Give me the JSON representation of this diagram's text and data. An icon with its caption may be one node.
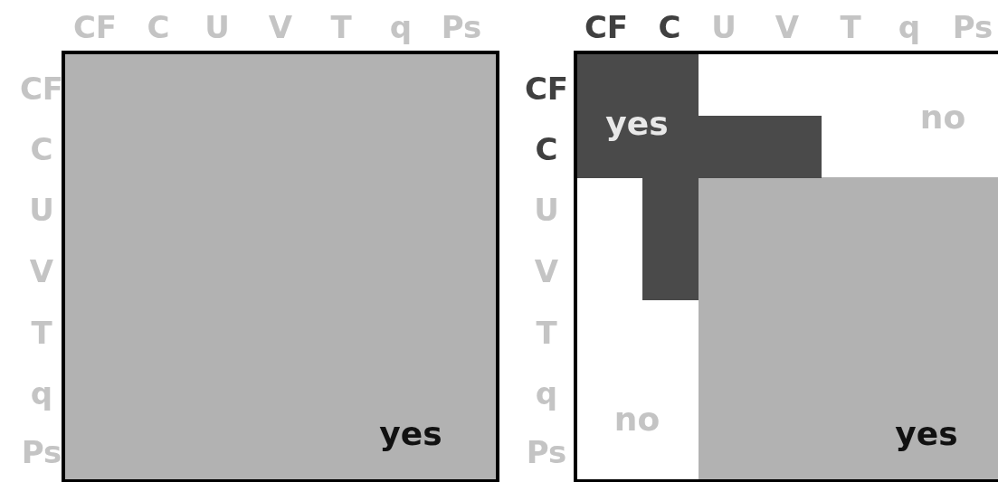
{
  "diagram": {
    "labels": [
      "CF",
      "C",
      "U",
      "V",
      "T",
      "q",
      "Ps",
      "CF",
      "C",
      "U",
      "V",
      "T",
      "q",
      "Ps",
      "CF",
      "CF",
      "yes",
      "no",
      "C",
      "C",
      "U",
      "U",
      "V",
      "V",
      "T",
      "T",
      "q",
      "q",
      "yes",
      "no",
      "yes",
      "Ps",
      "Ps"
    ]
  }
}
